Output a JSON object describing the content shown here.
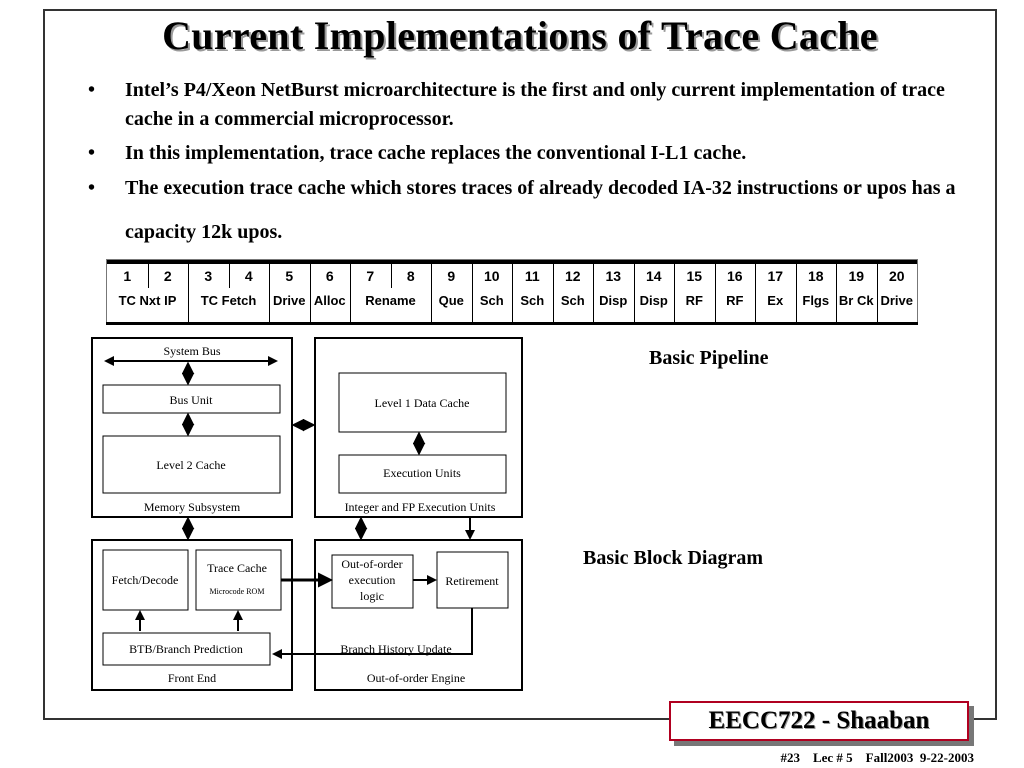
{
  "slide": {
    "title": "Current Implementations of Trace Cache",
    "bullets": [
      "Intel’s P4/Xeon NetBurst microarchitecture  is the first and only current implementation of trace cache in a commercial microprocessor.",
      "In this implementation,  trace cache replaces the conventional I-L1 cache.",
      "The execution trace cache which stores traces of  already decoded IA-32 instructions or upos  has a capacity 12k upos."
    ],
    "bullet_glyph": "•",
    "badge": "EECC722 - Shaaban",
    "footer": "#23    Lec # 5    Fall2003  9-22-2003"
  },
  "pipeline": {
    "stages": [
      "1",
      "2",
      "3",
      "4",
      "5",
      "6",
      "7",
      "8",
      "9",
      "10",
      "11",
      "12",
      "13",
      "14",
      "15",
      "16",
      "17",
      "18",
      "19",
      "20"
    ],
    "names": [
      "TC Nxt IP",
      "TC Fetch",
      "Drive",
      "Alloc",
      "Rename",
      "Que",
      "Sch",
      "Sch",
      "Sch",
      "Disp",
      "Disp",
      "RF",
      "RF",
      "Ex",
      "Flgs",
      "Br Ck",
      "Drive"
    ],
    "caption": "Basic Pipeline"
  },
  "block_diagram": {
    "caption": "Basic Block Diagram",
    "memory": {
      "system_bus": "System Bus",
      "bus_unit": "Bus Unit",
      "l2": "Level 2 Cache",
      "label": "Memory Subsystem"
    },
    "exec": {
      "l1d": "Level 1 Data Cache",
      "units": "Execution Units",
      "label": "Integer and FP Execution Units"
    },
    "front": {
      "fetch": "Fetch/Decode",
      "trace": "Trace Cache",
      "rom": "Microcode ROM",
      "btb": "BTB/Branch Prediction",
      "label": "Front End"
    },
    "ooo": {
      "logic": [
        "Out-of-order",
        "execution",
        "logic"
      ],
      "retire": "Retirement",
      "bhu": "Branch History Update",
      "label": "Out-of-order Engine"
    }
  }
}
